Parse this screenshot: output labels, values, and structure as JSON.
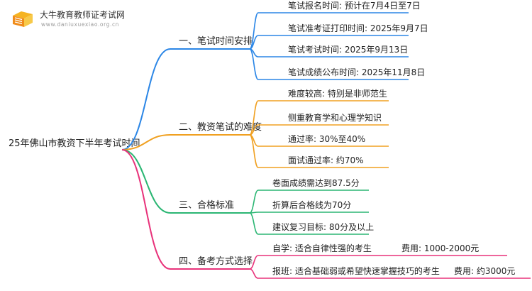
{
  "logo": {
    "name": "大牛教育教师证考试网",
    "url": "www.daniuxuexiao.org.cn"
  },
  "mindmap": {
    "root": "25年佛山市教资下半年考试时间",
    "branches": [
      {
        "label": "一、笔试时间安排",
        "color": "#2b86e6",
        "leaves": [
          {
            "text": "笔试报名时间: 预计在7月4日至7日"
          },
          {
            "text": "笔试准考证打印时间: 2025年9月7日"
          },
          {
            "text": "笔试考试时间: 2025年9月13日"
          },
          {
            "text": "笔试成绩公布时间: 2025年11月8日"
          }
        ]
      },
      {
        "label": "二、教资笔试的难度",
        "color": "#f0a020",
        "leaves": [
          {
            "text": "难度较高: 特别是非师范生"
          },
          {
            "text": "侧重教育学和心理学知识"
          },
          {
            "text": "通过率: 30%至40%"
          },
          {
            "text": "面试通过率: 约70%"
          }
        ]
      },
      {
        "label": "三、合格标准",
        "color": "#2bb673",
        "leaves": [
          {
            "text": "卷面成绩需达到87.5分"
          },
          {
            "text": "折算后合格线为70分"
          },
          {
            "text": "建议复习目标: 80分及以上"
          }
        ]
      },
      {
        "label": "四、备考方式选择",
        "color": "#e8327a",
        "leaves": [
          {
            "text": "自学: 适合自律性强的考生",
            "sub": "费用: 1000-2000元"
          },
          {
            "text": "报班: 适合基础弱或希望快速掌握技巧的考生",
            "sub": "费用: 约3000元"
          }
        ]
      }
    ]
  }
}
